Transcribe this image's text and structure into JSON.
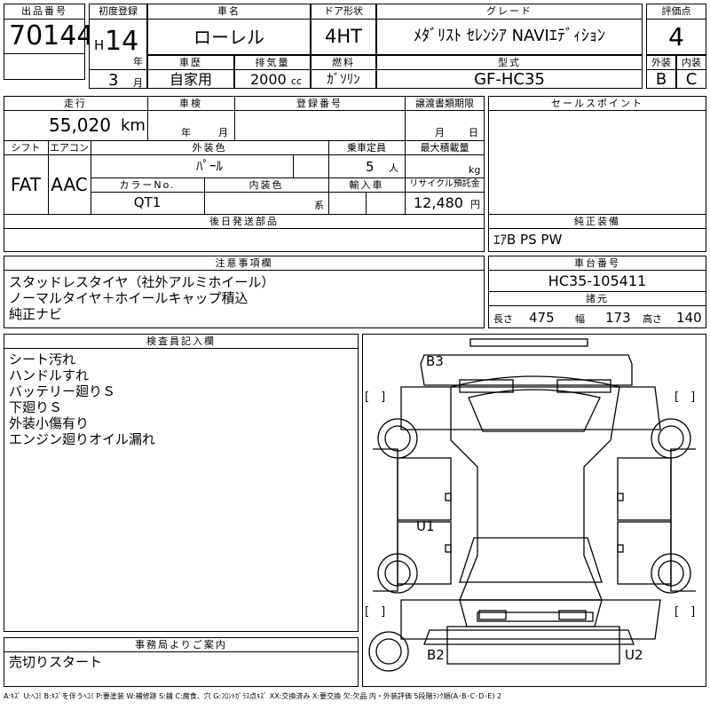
{
  "header": {
    "lot_no_label": "出品番号",
    "lot_no": "70144",
    "first_reg_label": "初度登録",
    "era": "H",
    "year": "14",
    "year_unit": "年",
    "month": "3",
    "month_unit": "月",
    "car_name_label": "車名",
    "car_name": "ローレル",
    "door_label": "ドア形状",
    "door": "4HT",
    "grade_label": "グレード",
    "grade": "ﾒﾀﾞﾘｽﾄ ｾﾚﾝｼｱ NAVIｴﾃﾞｨｼｮﾝ",
    "score_label": "評価点",
    "score": "4",
    "history_label": "車歴",
    "history": "自家用",
    "displacement_label": "排気量",
    "displacement": "2000",
    "displacement_unit": "cc",
    "fuel_label": "燃料",
    "fuel": "ｶﾞｿﾘﾝ",
    "model_label": "型式",
    "model": "GF-HC35",
    "ext_label": "外装",
    "ext_grade": "B",
    "int_label": "内装",
    "int_grade": "C"
  },
  "row2": {
    "mileage_label": "走行",
    "mileage": "55,020",
    "mileage_unit": "km",
    "inspection_label": "車検",
    "insp_year_unit": "年",
    "insp_month_unit": "月",
    "reg_no_label": "登録番号",
    "transfer_label": "譲渡書類期限",
    "transfer_month_unit": "月",
    "transfer_day_unit": "日",
    "shift_label": "シフト",
    "shift": "FAT",
    "ac_label": "エアコン",
    "ac": "AAC",
    "color_label": "外装色",
    "color": "ﾊﾟｰﾙ",
    "seats_label": "乗車定員",
    "seats": "5",
    "seats_unit": "人",
    "max_load_label": "最大積載量",
    "max_load_unit": "kg",
    "color_no_label": "カラーNo.",
    "color_no": "QT1",
    "int_color_label": "内装色",
    "int_color_unit": "系",
    "import_label": "輸入車",
    "recycle_label": "リサイクル預託金",
    "recycle": "12,480",
    "recycle_unit": "円",
    "later_parts_label": "後日発送部品"
  },
  "sales": {
    "label": "セールスポイント"
  },
  "equipment": {
    "label": "純正装備",
    "value": "ｴｱB PS PW"
  },
  "notes": {
    "label": "注意事項欄",
    "lines": [
      "スタッドレスタイヤ（社外アルミホイール）",
      "ノーマルタイヤ＋ホイールキャップ積込",
      "純正ナビ"
    ]
  },
  "chassis": {
    "label": "車台番号",
    "number": "HC35-105411",
    "dims_label": "諸元",
    "length_label": "長さ",
    "length": "475",
    "width_label": "幅",
    "width": "173",
    "height_label": "高さ",
    "height": "140"
  },
  "inspector": {
    "label": "検査員記入欄",
    "lines": [
      "シート汚れ",
      "ハンドルすれ",
      "バッテリー廻りＳ",
      "下廻りＳ",
      "外装小傷有り",
      "エンジン廻りオイル漏れ"
    ]
  },
  "office": {
    "label": "事務局よりご案内",
    "value": "売切りスタート"
  },
  "diagram": {
    "b3": "B3",
    "u1": "U1",
    "b2": "B2",
    "u2": "U2",
    "bracket": "[　]"
  },
  "legend": "A:ｷｽﾞ U:ﾍｺﾐ B:ｷｽﾞを伴うﾍｺﾐ P:要塗装 W:補修跡 S:錆 C:腐食、穴 G:ﾌﾛﾝﾄｶﾞﾗｽ点ｷｽﾞ XX:交換済み X:要交換 欠:欠品 内・外装評価 5段階ﾗﾝｸ順(A･B･C･D･E) 2"
}
